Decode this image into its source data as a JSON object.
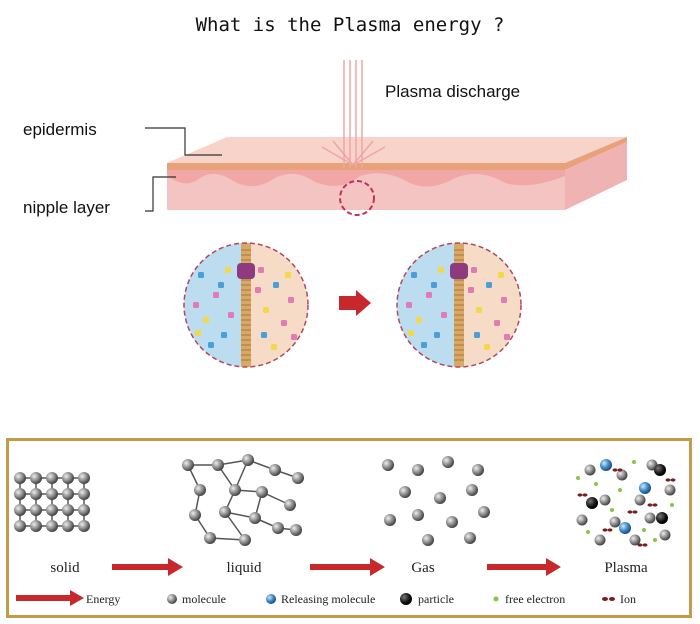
{
  "title": "What is the Plasma energy ?",
  "skin_diagram": {
    "discharge_label": "Plasma discharge",
    "epidermis_label": "epidermis",
    "nipple_label": "nipple layer"
  },
  "states": {
    "solid": "solid",
    "liquid": "liquid",
    "gas": "Gas",
    "plasma": "Plasma"
  },
  "legend": {
    "energy": "Energy",
    "molecule": "molecule",
    "releasing": "Releasing molecule",
    "particle": "particle",
    "free_electron": "free electron",
    "ion": "Ion"
  },
  "colors": {
    "arrow_red": "#c8282c",
    "frame_gold": "#c59a4a",
    "skin_pink": "#f2b9b4",
    "cell_blue": "#b9dcf0"
  }
}
